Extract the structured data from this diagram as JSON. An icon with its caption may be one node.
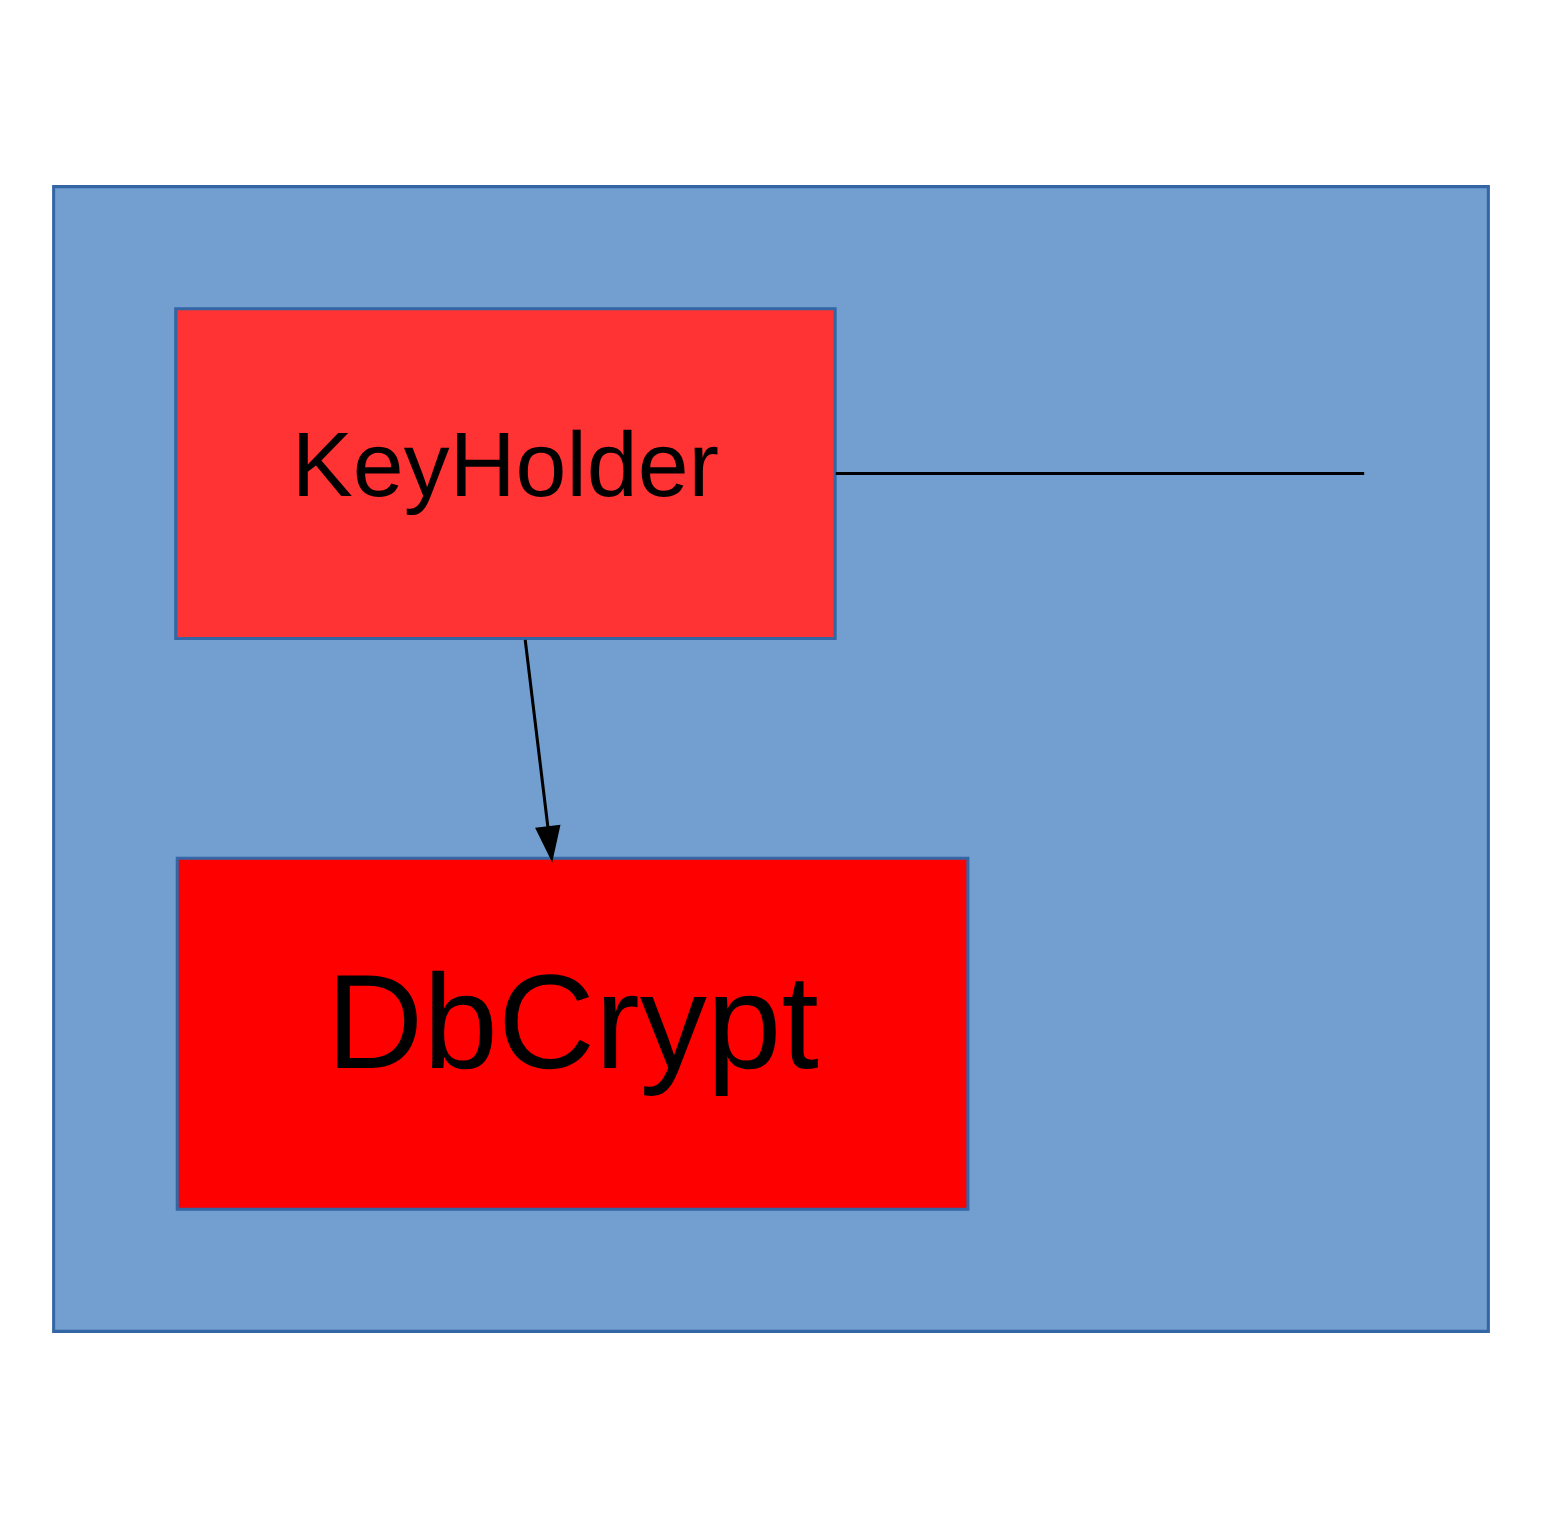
{
  "diagram": {
    "nodes": [
      {
        "text": [],
        "shape": "box"
      },
      {
        "text": [
          "KeyHolder"
        ],
        "in": 0
      },
      {
        "text": [
          "DbCrypt"
        ],
        "in": 0
      }
    ],
    "edges": [
      {
        "from": 1,
        "to": 2,
        "arrow": "to"
      },
      {
        "from": 1,
        "to": null,
        "arrow": "none"
      }
    ]
  }
}
